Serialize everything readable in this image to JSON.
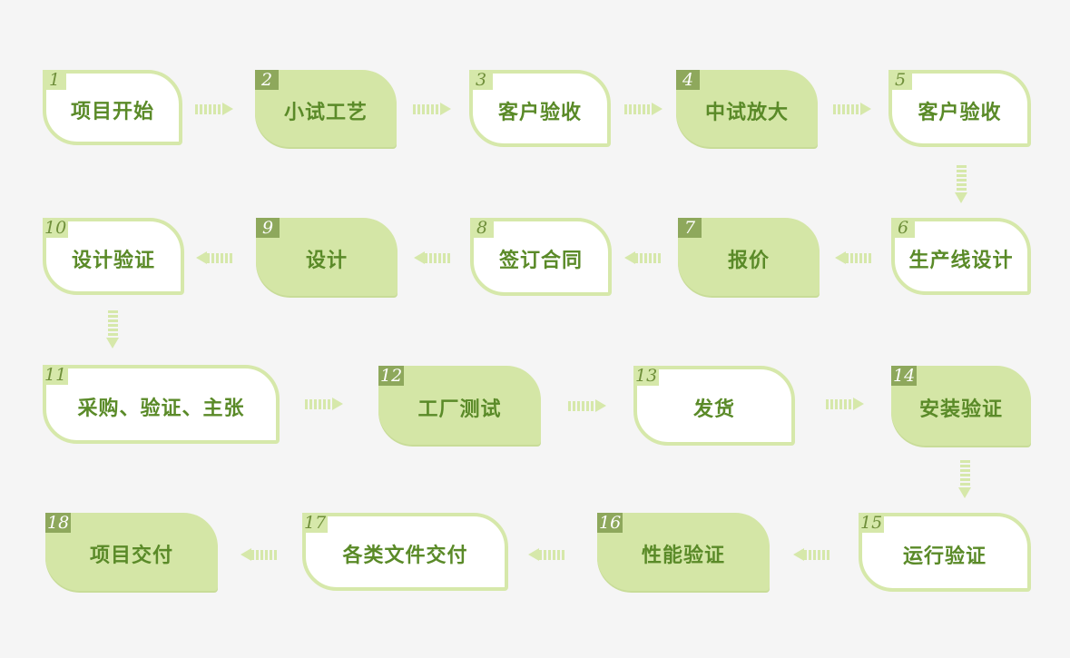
{
  "steps": [
    {
      "num": "1",
      "label": "项目开始",
      "filled": false
    },
    {
      "num": "2",
      "label": "小试工艺",
      "filled": true
    },
    {
      "num": "3",
      "label": "客户验收",
      "filled": false
    },
    {
      "num": "4",
      "label": "中试放大",
      "filled": true
    },
    {
      "num": "5",
      "label": "客户验收",
      "filled": false
    },
    {
      "num": "6",
      "label": "生产线设计",
      "filled": false
    },
    {
      "num": "7",
      "label": "报价",
      "filled": true
    },
    {
      "num": "8",
      "label": "签订合同",
      "filled": false
    },
    {
      "num": "9",
      "label": "设计",
      "filled": true
    },
    {
      "num": "10",
      "label": "设计验证",
      "filled": false
    },
    {
      "num": "11",
      "label": "采购、验证、主张",
      "filled": false
    },
    {
      "num": "12",
      "label": "工厂测试",
      "filled": true
    },
    {
      "num": "13",
      "label": "发货",
      "filled": false
    },
    {
      "num": "14",
      "label": "安装验证",
      "filled": true
    },
    {
      "num": "15",
      "label": "运行验证",
      "filled": false
    },
    {
      "num": "16",
      "label": "性能验证",
      "filled": true
    },
    {
      "num": "17",
      "label": "各类文件交付",
      "filled": false
    },
    {
      "num": "18",
      "label": "项目交付",
      "filled": true
    }
  ],
  "colors": {
    "fill": "#d4e6a6",
    "border": "#d6e8aa",
    "badge_dark": "#8ea85c",
    "text": "#5a8a28",
    "background": "#f5f5f5"
  }
}
